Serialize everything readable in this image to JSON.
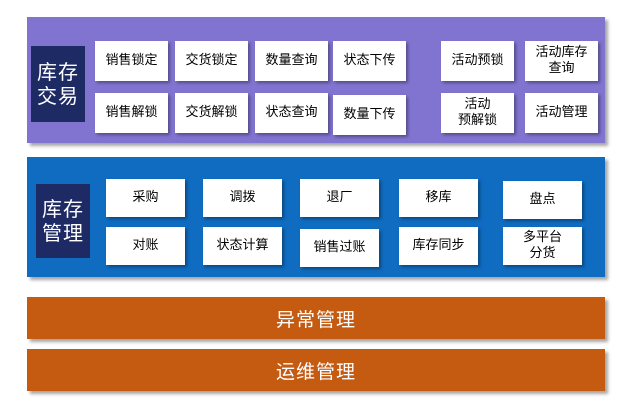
{
  "inventory_trade": {
    "label": "库存\n交易",
    "items": [
      "销售锁定",
      "交货锁定",
      "数量查询",
      "状态下传",
      "销售解锁",
      "交货解锁",
      "状态查询",
      "数量下传",
      "活动预锁",
      "活动库存\n查询",
      "活动\n预解锁",
      "活动管理"
    ]
  },
  "inventory_management": {
    "label": "库存\n管理",
    "items": [
      "采购",
      "调拨",
      "退厂",
      "移库",
      "盘点",
      "对账",
      "状态计算",
      "销售过账",
      "库存同步",
      "多平台\n分货"
    ]
  },
  "exception_management": "异常管理",
  "ops_management": "运维管理",
  "colors": {
    "trade_panel": "#8074d0",
    "management_panel": "#0f6cc0",
    "side_label": "#1e2a63",
    "bottom_bars": "#c55a11"
  }
}
